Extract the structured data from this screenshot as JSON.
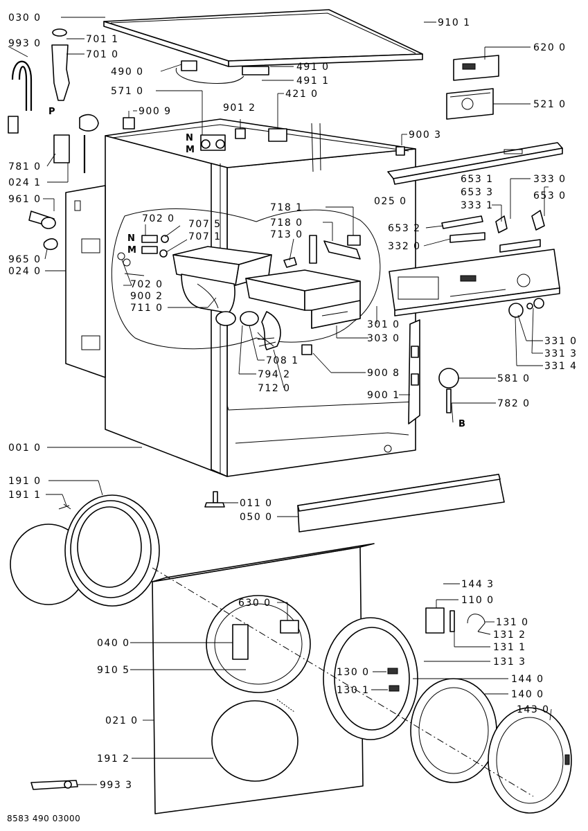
{
  "drawing_ref": "8583 490 03000",
  "letters": {
    "n": "N",
    "m": "M",
    "p": "P",
    "b": "B"
  },
  "callouts": [
    {
      "id": "0300",
      "text": "030 0"
    },
    {
      "id": "9101",
      "text": "910 1"
    },
    {
      "id": "9930",
      "text": "993 0"
    },
    {
      "id": "7011",
      "text": "701 1"
    },
    {
      "id": "7010",
      "text": "701 0"
    },
    {
      "id": "4900",
      "text": "490 0"
    },
    {
      "id": "4910",
      "text": "491 0"
    },
    {
      "id": "4911",
      "text": "491 1"
    },
    {
      "id": "5710",
      "text": "571 0"
    },
    {
      "id": "9009",
      "text": "900 9"
    },
    {
      "id": "9012",
      "text": "901 2"
    },
    {
      "id": "4210",
      "text": "421 0"
    },
    {
      "id": "6200",
      "text": "620 0"
    },
    {
      "id": "5210",
      "text": "521 0"
    },
    {
      "id": "9003",
      "text": "900 3"
    },
    {
      "id": "7810",
      "text": "781 0"
    },
    {
      "id": "0241",
      "text": "024 1"
    },
    {
      "id": "0250",
      "text": "025 0"
    },
    {
      "id": "6531",
      "text": "653 1"
    },
    {
      "id": "3330",
      "text": "333 0"
    },
    {
      "id": "6533",
      "text": "653 3"
    },
    {
      "id": "6530",
      "text": "653 0"
    },
    {
      "id": "3331",
      "text": "333 1"
    },
    {
      "id": "9610",
      "text": "961 0"
    },
    {
      "id": "7181",
      "text": "718 1"
    },
    {
      "id": "7180",
      "text": "718 0"
    },
    {
      "id": "7130",
      "text": "713 0"
    },
    {
      "id": "7020a",
      "text": "702 0"
    },
    {
      "id": "7075",
      "text": "707 5"
    },
    {
      "id": "7071",
      "text": "707 1"
    },
    {
      "id": "6532",
      "text": "653 2"
    },
    {
      "id": "3320",
      "text": "332 0"
    },
    {
      "id": "9650",
      "text": "965 0"
    },
    {
      "id": "0240",
      "text": "024 0"
    },
    {
      "id": "7020b",
      "text": "702 0"
    },
    {
      "id": "9002",
      "text": "900 2"
    },
    {
      "id": "7110",
      "text": "711 0"
    },
    {
      "id": "3010",
      "text": "301 0"
    },
    {
      "id": "3030",
      "text": "303 0"
    },
    {
      "id": "3310",
      "text": "331 0"
    },
    {
      "id": "3313",
      "text": "331 3"
    },
    {
      "id": "3314",
      "text": "331 4"
    },
    {
      "id": "7081",
      "text": "708 1"
    },
    {
      "id": "9008",
      "text": "900 8"
    },
    {
      "id": "7942",
      "text": "794 2"
    },
    {
      "id": "7120",
      "text": "712 0"
    },
    {
      "id": "5810",
      "text": "581 0"
    },
    {
      "id": "9001",
      "text": "900 1"
    },
    {
      "id": "7820",
      "text": "782 0"
    },
    {
      "id": "0010",
      "text": "001 0"
    },
    {
      "id": "1910",
      "text": "191 0"
    },
    {
      "id": "1911",
      "text": "191 1"
    },
    {
      "id": "0110",
      "text": "011 0"
    },
    {
      "id": "0500",
      "text": "050 0"
    },
    {
      "id": "1443",
      "text": "144 3"
    },
    {
      "id": "1100",
      "text": "110 0"
    },
    {
      "id": "6300",
      "text": "630 0"
    },
    {
      "id": "1310",
      "text": "131 0"
    },
    {
      "id": "1312",
      "text": "131 2"
    },
    {
      "id": "0400",
      "text": "040 0"
    },
    {
      "id": "1311",
      "text": "131 1"
    },
    {
      "id": "9105",
      "text": "910 5"
    },
    {
      "id": "1313",
      "text": "131 3"
    },
    {
      "id": "1300",
      "text": "130 0"
    },
    {
      "id": "1440",
      "text": "144 0"
    },
    {
      "id": "1301",
      "text": "130 1"
    },
    {
      "id": "1400",
      "text": "140 0"
    },
    {
      "id": "1430",
      "text": "143 0"
    },
    {
      "id": "0210",
      "text": "021 0"
    },
    {
      "id": "1912",
      "text": "191 2"
    },
    {
      "id": "9933",
      "text": "993 3"
    }
  ]
}
